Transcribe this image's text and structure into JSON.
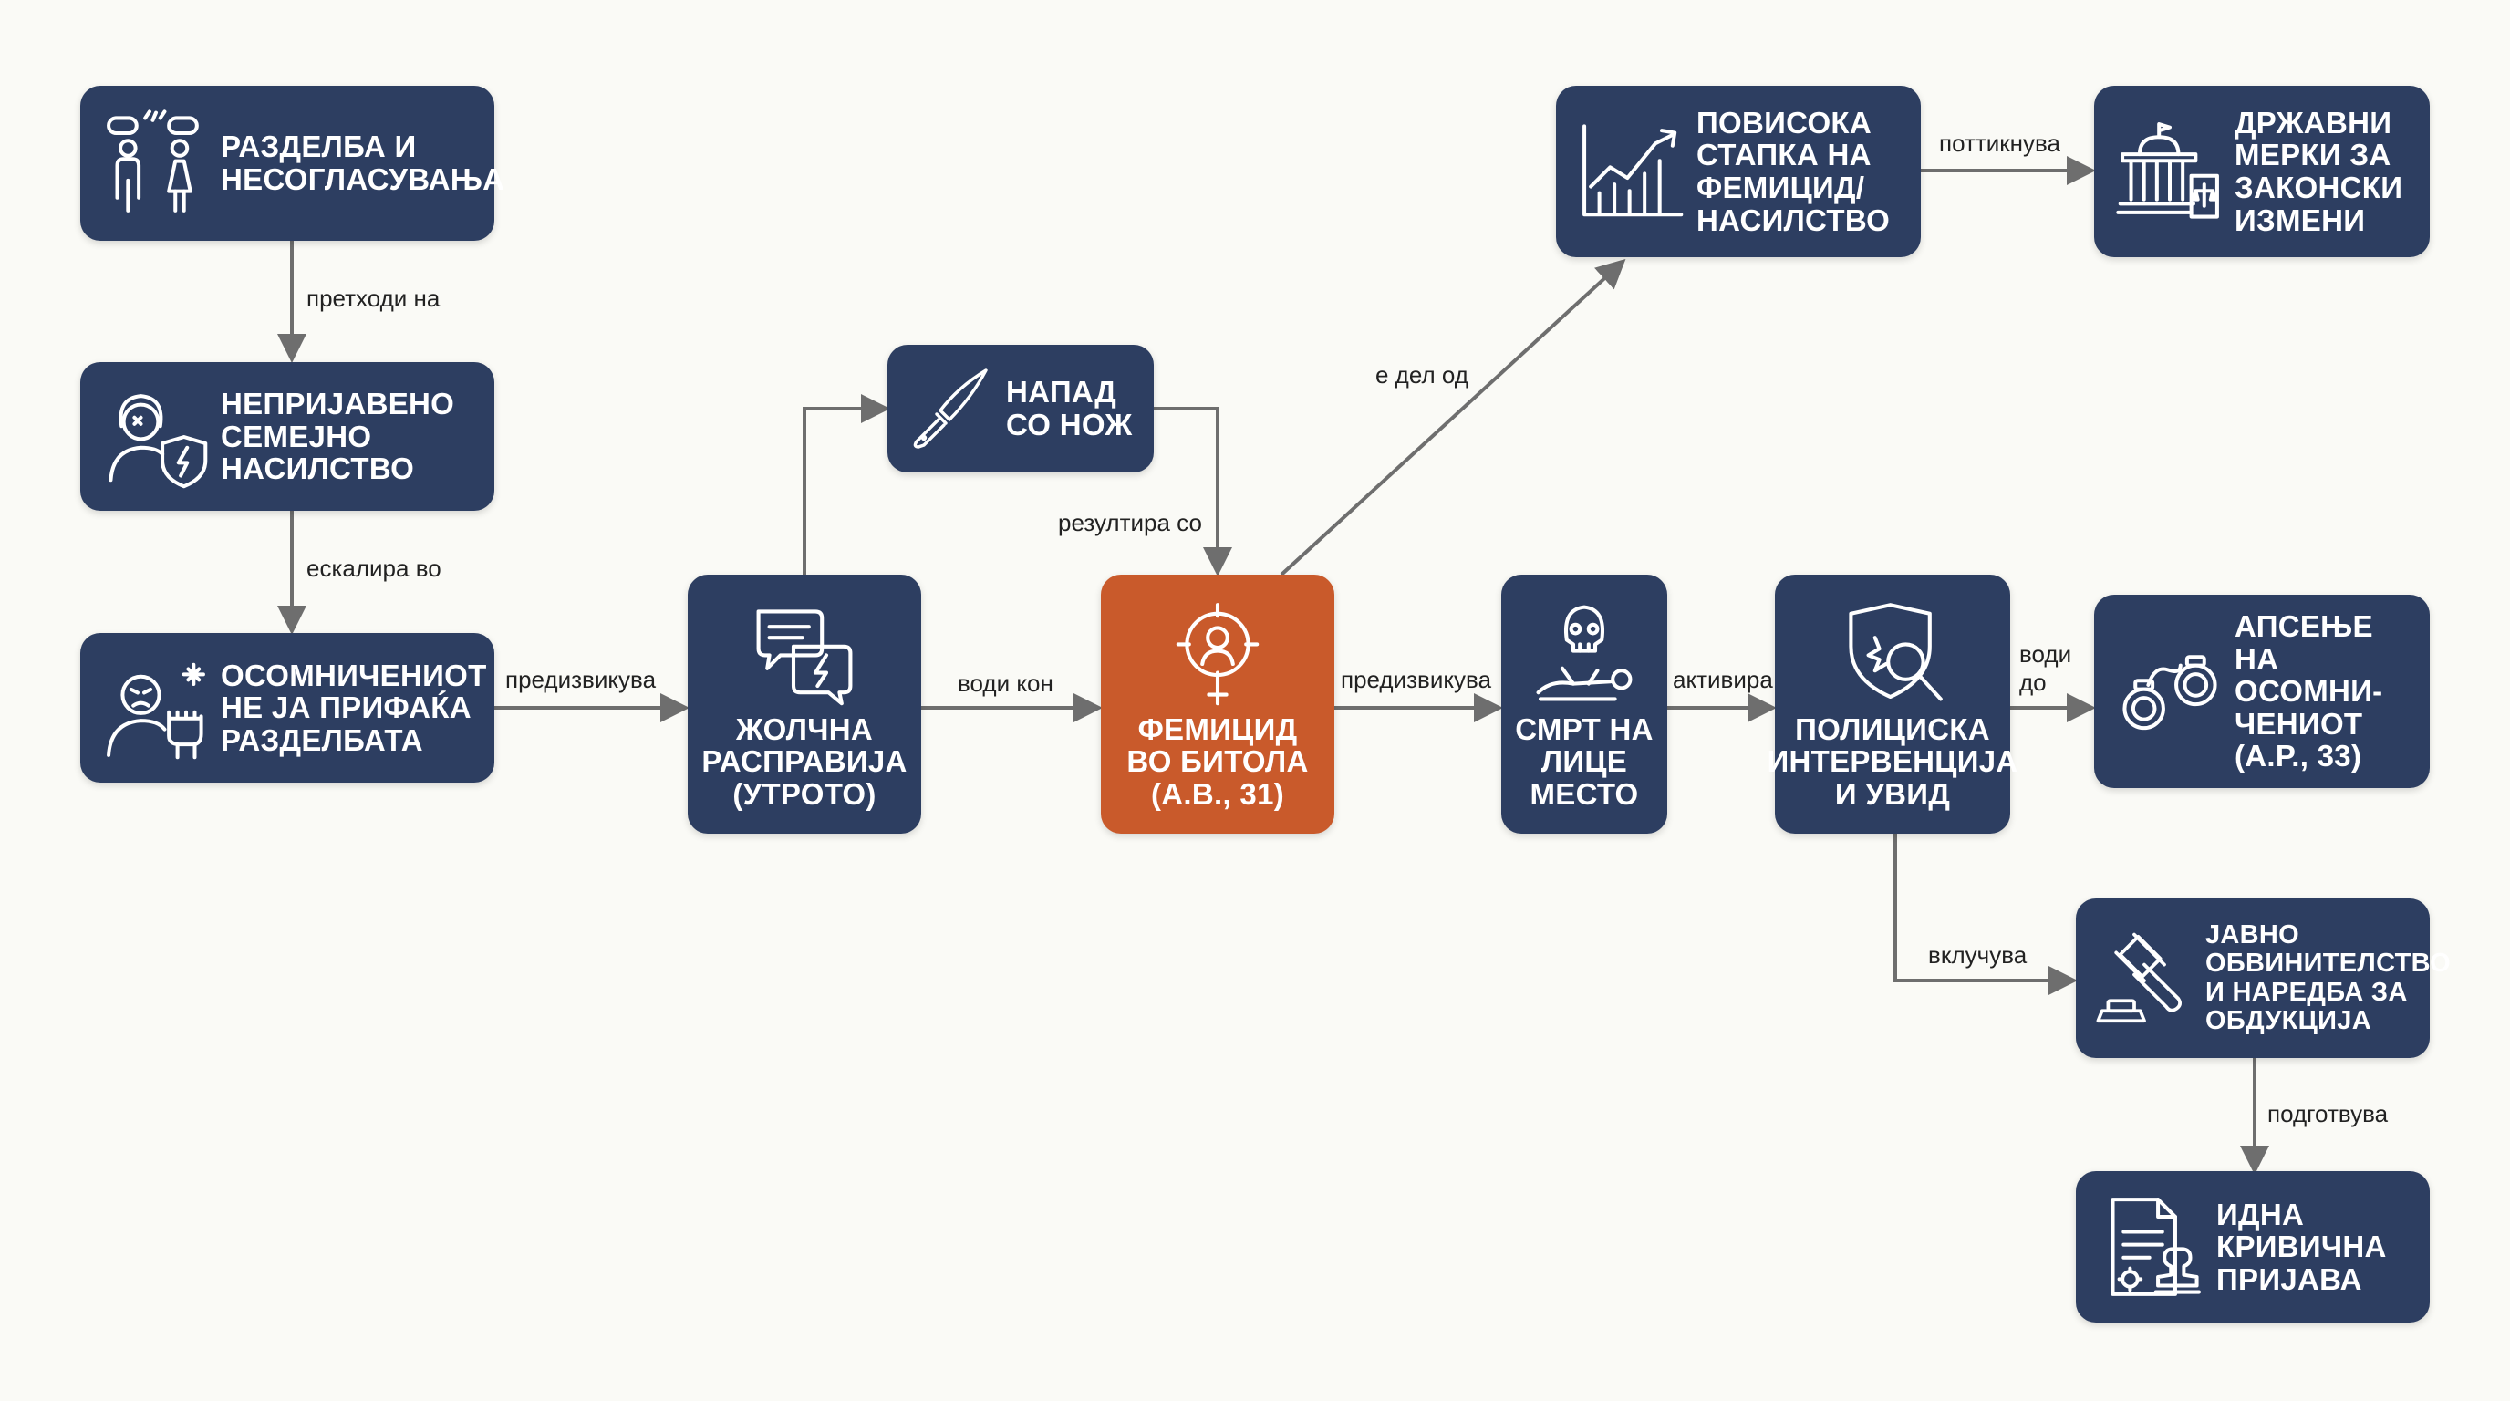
{
  "colors": {
    "node": "#2d3e61",
    "accent": "#c95a2b",
    "arrow": "#6e6e6e",
    "background": "#fafaf6"
  },
  "nodes": {
    "n1": {
      "label": "РАЗДЕЛБА И\nНЕСОГЛАСУВАЊА",
      "icon": "broken-link-couple-icon"
    },
    "n2": {
      "label": "НЕПРИЈАВЕНО\nСЕМЕЈНО\nНАСИЛСТВО",
      "icon": "woman-shield-icon"
    },
    "n3": {
      "label": "ОСОМНИЧЕНИОТ\nНЕ ЈА ПРИФАЌА\nРАЗДЕЛБАТА",
      "icon": "angry-man-fist-icon"
    },
    "n4": {
      "label": "ЖОЛЧНА\nРАСПРАВИЈА\n(УТРОТО)",
      "icon": "speech-bubbles-icon"
    },
    "n5": {
      "label": "НАПАД\nСО НОЖ",
      "icon": "knife-icon"
    },
    "n6": {
      "label": "ФЕМИЦИД\nВО БИТОЛА\n(А.В., 31)",
      "icon": "female-target-icon"
    },
    "n7": {
      "label": "СМРТ НА\nЛИЦЕ\nМЕСТО",
      "icon": "skull-body-icon"
    },
    "n8": {
      "label": "ПОЛИЦИСКА\nИНТЕРВЕНЦИЈА\nИ УВИД",
      "icon": "police-badge-magnifier-icon"
    },
    "n9": {
      "label": "ПОВИСОКА\nСТАПКА НА\nФЕМИЦИД/\nНАСИЛСТВО",
      "icon": "rising-chart-icon"
    },
    "n10": {
      "label": "ДРЖАВНИ\nМЕРКИ ЗА\nЗАКОНСКИ\nИЗМЕНИ",
      "icon": "government-building-icon"
    },
    "n11": {
      "label": "АПСЕЊЕ НА\nОСОМНИ-\nЧЕНИОТ\n(А.Р., 33)",
      "icon": "handcuffs-icon"
    },
    "n12": {
      "label": "ЈАВНО\nОБВИНИТЕЛСТВО\nИ НАРЕДБА ЗА\nОБДУКЦИЈА",
      "icon": "gavel-icon"
    },
    "n13": {
      "label": "ИДНА\nКРИВИЧНА\nПРИЈАВА",
      "icon": "legal-document-stamp-icon"
    }
  },
  "edges": [
    {
      "from": "n1",
      "to": "n2",
      "label": "претходи на"
    },
    {
      "from": "n2",
      "to": "n3",
      "label": "ескалира во"
    },
    {
      "from": "n3",
      "to": "n4",
      "label": "предизвикува"
    },
    {
      "from": "n4",
      "to": "n5",
      "label": ""
    },
    {
      "from": "n4",
      "to": "n6",
      "label": "води кон"
    },
    {
      "from": "n5",
      "to": "n6",
      "label": "резултира со"
    },
    {
      "from": "n6",
      "to": "n7",
      "label": "предизвикува"
    },
    {
      "from": "n6",
      "to": "n9",
      "label": "е дел од"
    },
    {
      "from": "n7",
      "to": "n8",
      "label": "активира"
    },
    {
      "from": "n8",
      "to": "n11",
      "label": "води\nдо"
    },
    {
      "from": "n8",
      "to": "n12",
      "label": "вклучува"
    },
    {
      "from": "n9",
      "to": "n10",
      "label": "поттикнува"
    },
    {
      "from": "n12",
      "to": "n13",
      "label": "подготвува"
    }
  ]
}
